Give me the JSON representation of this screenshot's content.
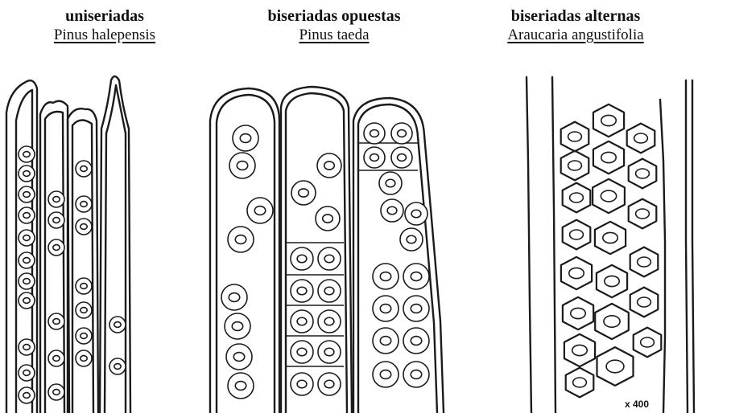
{
  "panels": [
    {
      "series": "uniseriadas",
      "species": "Pinus halepensis"
    },
    {
      "series": "biseriadas opuestas",
      "species": "Pinus taeda"
    },
    {
      "series": "biseriadas alternas",
      "species": "Araucaria angustifolia"
    }
  ],
  "magnification": "x 400"
}
